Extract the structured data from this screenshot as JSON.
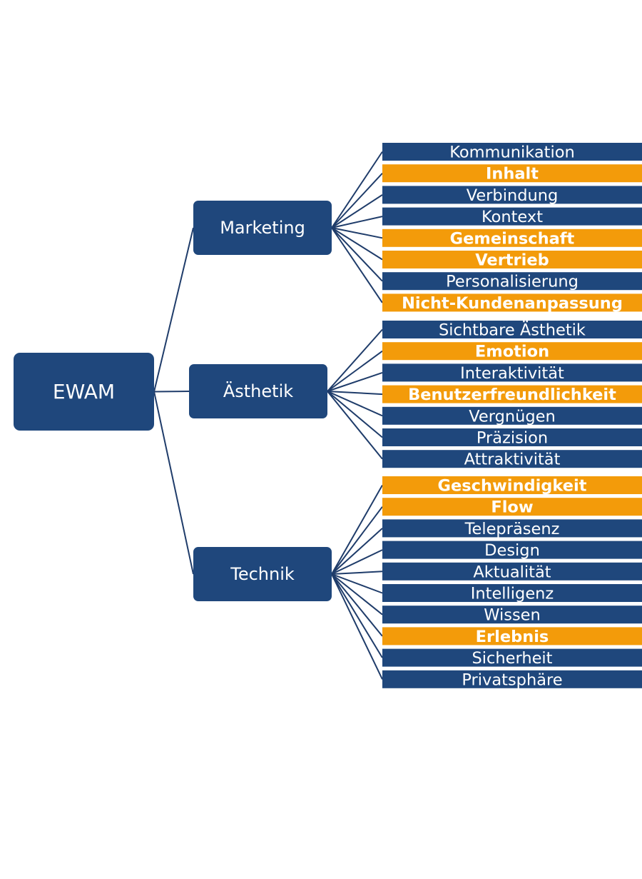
{
  "colors": {
    "blue": "#1f477c",
    "orange": "#f39b0a",
    "line": "#1f3c6a",
    "text": "#ffffff"
  },
  "root": {
    "label": "EWAM"
  },
  "branches": [
    {
      "label": "Marketing",
      "items": [
        {
          "label": "Kommunikation",
          "highlight": false
        },
        {
          "label": "Inhalt",
          "highlight": true
        },
        {
          "label": "Verbindung",
          "highlight": false
        },
        {
          "label": "Kontext",
          "highlight": false
        },
        {
          "label": "Gemeinschaft",
          "highlight": true
        },
        {
          "label": "Vertrieb",
          "highlight": true
        },
        {
          "label": "Personalisierung",
          "highlight": false
        },
        {
          "label": "Nicht-Kundenanpassung",
          "highlight": true
        }
      ]
    },
    {
      "label": "Ästhetik",
      "items": [
        {
          "label": "Sichtbare Ästhetik",
          "highlight": false
        },
        {
          "label": "Emotion",
          "highlight": true
        },
        {
          "label": "Interaktivität",
          "highlight": false
        },
        {
          "label": "Benutzerfreundlichkeit",
          "highlight": true
        },
        {
          "label": "Vergnügen",
          "highlight": false
        },
        {
          "label": "Präzision",
          "highlight": false
        },
        {
          "label": "Attraktivität",
          "highlight": false
        }
      ]
    },
    {
      "label": "Technik",
      "items": [
        {
          "label": "Geschwindigkeit",
          "highlight": true
        },
        {
          "label": "Flow",
          "highlight": true
        },
        {
          "label": "Telepräsenz",
          "highlight": false
        },
        {
          "label": "Design",
          "highlight": false
        },
        {
          "label": "Aktualität",
          "highlight": false
        },
        {
          "label": "Intelligenz",
          "highlight": false
        },
        {
          "label": "Wissen",
          "highlight": false
        },
        {
          "label": "Erlebnis",
          "highlight": true
        },
        {
          "label": "Sicherheit",
          "highlight": false
        },
        {
          "label": "Privatsphäre",
          "highlight": false
        }
      ]
    }
  ]
}
